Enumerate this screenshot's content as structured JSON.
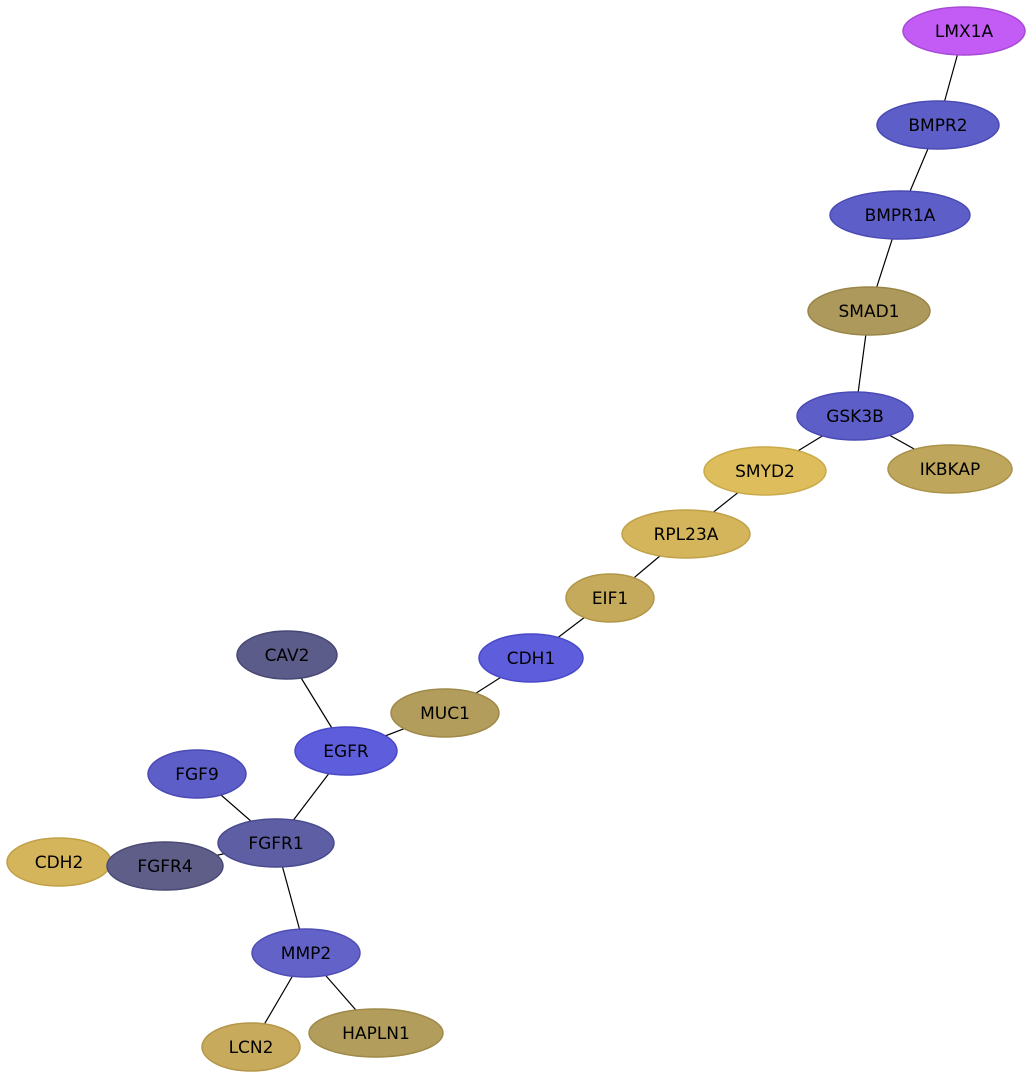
{
  "network": {
    "nodes": [
      {
        "id": "LMX1A",
        "label": "LMX1A",
        "color": "#c25cf5",
        "border": "#a84ad6"
      },
      {
        "id": "BMPR2",
        "label": "BMPR2",
        "color": "#5e5ec8",
        "border": "#4a4ab4"
      },
      {
        "id": "BMPR1A",
        "label": "BMPR1A",
        "color": "#5e5ec8",
        "border": "#4a4ab4"
      },
      {
        "id": "SMAD1",
        "label": "SMAD1",
        "color": "#ad995c",
        "border": "#998548"
      },
      {
        "id": "GSK3B",
        "label": "GSK3B",
        "color": "#5e5ec8",
        "border": "#4a4ab4"
      },
      {
        "id": "IKBKAP",
        "label": "IKBKAP",
        "color": "#bea65c",
        "border": "#aa9248"
      },
      {
        "id": "SMYD2",
        "label": "SMYD2",
        "color": "#ddbd5c",
        "border": "#c9a948"
      },
      {
        "id": "RPL23A",
        "label": "RPL23A",
        "color": "#d4b55c",
        "border": "#c0a148"
      },
      {
        "id": "EIF1",
        "label": "EIF1",
        "color": "#c6aa5c",
        "border": "#b29648"
      },
      {
        "id": "CDH1",
        "label": "CDH1",
        "color": "#5e5edc",
        "border": "#4a4ac8"
      },
      {
        "id": "MUC1",
        "label": "MUC1",
        "color": "#b29d5c",
        "border": "#9e8948"
      },
      {
        "id": "CAV2",
        "label": "CAV2",
        "color": "#5c5c8a",
        "border": "#484876"
      },
      {
        "id": "EGFR",
        "label": "EGFR",
        "color": "#5e5edc",
        "border": "#4a4ac8"
      },
      {
        "id": "FGF9",
        "label": "FGF9",
        "color": "#5e5ec8",
        "border": "#4a4ab4"
      },
      {
        "id": "FGFR1",
        "label": "FGFR1",
        "color": "#5e5ea4",
        "border": "#4a4a90"
      },
      {
        "id": "CDH2",
        "label": "CDH2",
        "color": "#d4b55c",
        "border": "#c0a148"
      },
      {
        "id": "FGFR4",
        "label": "FGFR4",
        "color": "#5e5e88",
        "border": "#4a4a74"
      },
      {
        "id": "MMP2",
        "label": "MMP2",
        "color": "#6262c8",
        "border": "#4e4eb4"
      },
      {
        "id": "LCN2",
        "label": "LCN2",
        "color": "#c8aa5c",
        "border": "#b49648"
      },
      {
        "id": "HAPLN1",
        "label": "HAPLN1",
        "color": "#b29d5c",
        "border": "#9e8948"
      }
    ],
    "edges": [
      [
        "LMX1A",
        "BMPR2"
      ],
      [
        "BMPR2",
        "BMPR1A"
      ],
      [
        "BMPR1A",
        "SMAD1"
      ],
      [
        "SMAD1",
        "GSK3B"
      ],
      [
        "GSK3B",
        "IKBKAP"
      ],
      [
        "GSK3B",
        "SMYD2"
      ],
      [
        "SMYD2",
        "RPL23A"
      ],
      [
        "RPL23A",
        "EIF1"
      ],
      [
        "EIF1",
        "CDH1"
      ],
      [
        "CDH1",
        "MUC1"
      ],
      [
        "MUC1",
        "EGFR"
      ],
      [
        "CAV2",
        "EGFR"
      ],
      [
        "EGFR",
        "FGFR1"
      ],
      [
        "FGF9",
        "FGFR1"
      ],
      [
        "FGFR1",
        "FGFR4"
      ],
      [
        "CDH2",
        "FGFR4"
      ],
      [
        "FGFR1",
        "MMP2"
      ],
      [
        "MMP2",
        "LCN2"
      ],
      [
        "MMP2",
        "HAPLN1"
      ]
    ]
  }
}
